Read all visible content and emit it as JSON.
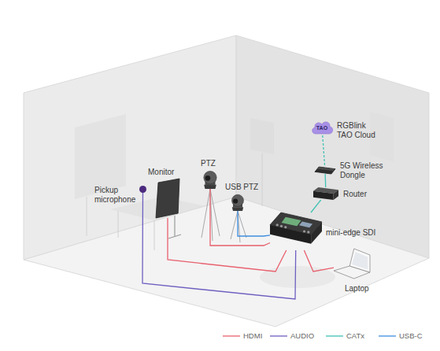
{
  "diagram": {
    "nodes": [
      {
        "text": [
          "TAO",
          "RGBlink TAO Cloud"
        ]
      },
      {
        "text": [
          "5G Wireless Dongle"
        ]
      },
      {
        "text": [
          "PTZ"
        ]
      },
      {
        "text": [
          "Monitor"
        ]
      },
      {
        "text": [
          "USB PTZ"
        ]
      },
      {
        "text": [
          "Pickup microphone"
        ]
      },
      {
        "text": [
          "Router"
        ]
      },
      {
        "text": [
          "mini-edge SDI"
        ]
      },
      {
        "text": [
          "Laptop"
        ]
      }
    ],
    "edges": [
      {
        "from": 0,
        "to": 1,
        "arrow": "none"
      },
      {
        "from": 1,
        "to": 6,
        "arrow": "none"
      },
      {
        "from": 6,
        "to": 7,
        "arrow": "none"
      },
      {
        "from": 2,
        "to": 7,
        "arrow": "none"
      },
      {
        "from": 3,
        "to": 7,
        "arrow": "none"
      },
      {
        "from": 4,
        "to": 7,
        "arrow": "none"
      },
      {
        "from": 5,
        "to": 7,
        "arrow": "none"
      },
      {
        "from": 7,
        "to": 8,
        "arrow": "none"
      }
    ],
    "legend": [
      {
        "text": "HDMI"
      },
      {
        "text": "AUDIO"
      },
      {
        "text": "CATx"
      },
      {
        "text": "USB-C"
      }
    ]
  }
}
